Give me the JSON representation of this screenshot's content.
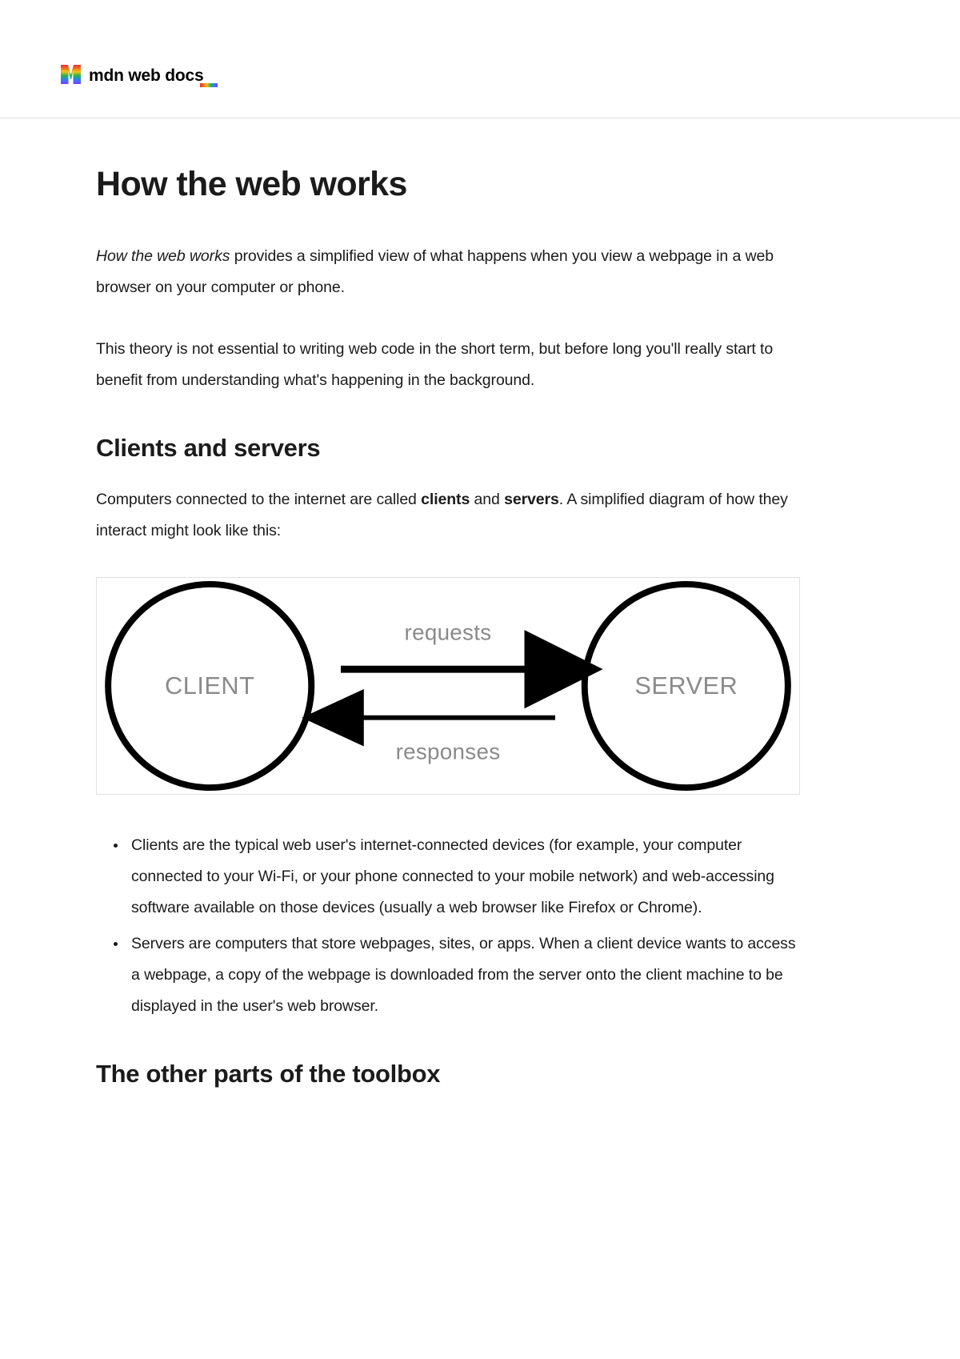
{
  "header": {
    "logo_text": "mdn web docs",
    "logo_icon": "mdn-m-logo-icon",
    "logo_underscore": "rainbow-underscore"
  },
  "article": {
    "title": "How the web works",
    "intro_em": "How the web works",
    "intro_rest": " provides a simplified view of what happens when you view a webpage in a web browser on your computer or phone.",
    "paragraph_2": "This theory is not essential to writing web code in the short term, but before long you'll really start to benefit from understanding what's happening in the background.",
    "section_clients_title": "Clients and servers",
    "clients_intro_1": "Computers connected to the internet are called ",
    "clients_intro_bold_1": "clients",
    "clients_intro_2": " and ",
    "clients_intro_bold_2": "servers",
    "clients_intro_3": ". A simplified diagram of how they interact might look like this:",
    "bullets": [
      "Clients are the typical web user's internet-connected devices (for example, your computer connected to your Wi-Fi, or your phone connected to your mobile network) and web-accessing software available on those devices (usually a web browser like Firefox or Chrome).",
      "Servers are computers that store webpages, sites, or apps. When a client device wants to access a webpage, a copy of the webpage is downloaded from the server onto the client machine to be displayed in the user's web browser."
    ],
    "section_toolbox_title": "The other parts of the toolbox"
  },
  "diagram": {
    "client_label": "CLIENT",
    "server_label": "SERVER",
    "requests_label": "requests",
    "responses_label": "responses",
    "stroke_color": "#000000",
    "label_color": "#8a8a8a",
    "frame_color": "#e2e2e2"
  }
}
